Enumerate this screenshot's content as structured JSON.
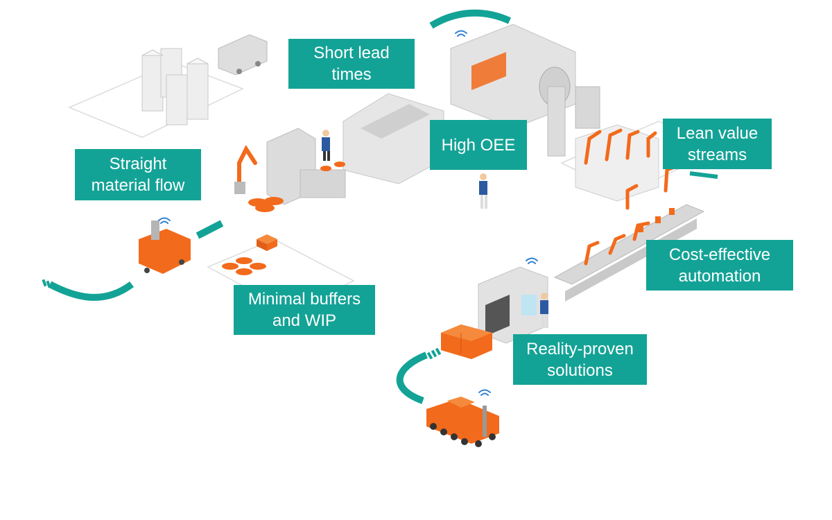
{
  "colors": {
    "accent_teal": "#13a396",
    "machine_orange": "#f26a1b",
    "machine_gray": "#d9d9d9",
    "label_text": "#ffffff"
  },
  "labels": {
    "straight_material_flow": "Straight\nmaterial flow",
    "short_lead_times": "Short lead\ntimes",
    "high_oee": "High OEE",
    "lean_value_streams": "Lean value\nstreams",
    "cost_effective_automation": "Cost-effective\nautomation",
    "minimal_buffers": "Minimal buffers\nand WIP",
    "reality_proven": "Reality-proven\nsolutions"
  },
  "icons": [
    "warehouse-stack-icon",
    "truck-icon",
    "robot-arm-icon",
    "agv-icon",
    "worker-icon",
    "wifi-signal-icon",
    "oven-machine-icon",
    "conveyor-icon",
    "crate-icon"
  ]
}
